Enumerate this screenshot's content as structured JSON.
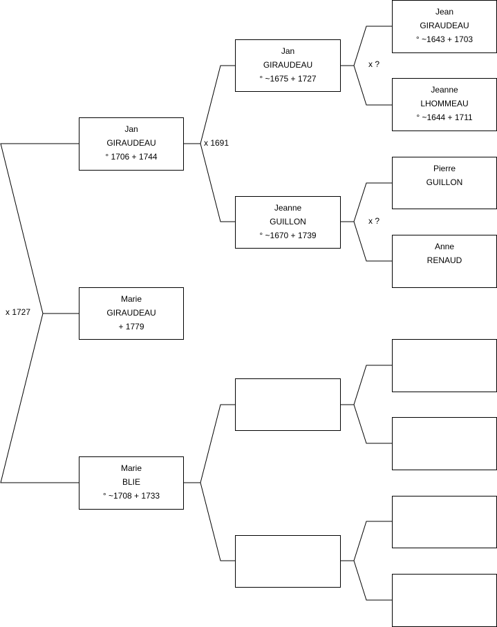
{
  "people": {
    "marie_giraudeau": {
      "first": "Marie",
      "last": "GIRAUDEAU",
      "dates": "+ 1779"
    },
    "jan_giraudeau_1706": {
      "first": "Jan",
      "last": "GIRAUDEAU",
      "dates": "° 1706 + 1744"
    },
    "marie_blie": {
      "first": "Marie",
      "last": "BLIE",
      "dates": "° ~1708 + 1733"
    },
    "jan_giraudeau_1675": {
      "first": "Jan",
      "last": "GIRAUDEAU",
      "dates": "° ~1675 + 1727"
    },
    "jeanne_guillon": {
      "first": "Jeanne",
      "last": "GUILLON",
      "dates": "° ~1670 + 1739"
    },
    "jean_giraudeau_1643": {
      "first": "Jean",
      "last": "GIRAUDEAU",
      "dates": "° ~1643 + 1703"
    },
    "jeanne_lhommeau": {
      "first": "Jeanne",
      "last": "LHOMMEAU",
      "dates": "° ~1644 + 1711"
    },
    "pierre_guillon": {
      "first": "Pierre",
      "last": "GUILLON",
      "dates": ""
    },
    "anne_renaud": {
      "first": "Anne",
      "last": "RENAUD",
      "dates": ""
    }
  },
  "marriages": {
    "m1727": "x 1727",
    "m1691": "x 1691",
    "m_giraudeau_lhommeau": "x ?",
    "m_guillon_renaud": "x ?"
  }
}
